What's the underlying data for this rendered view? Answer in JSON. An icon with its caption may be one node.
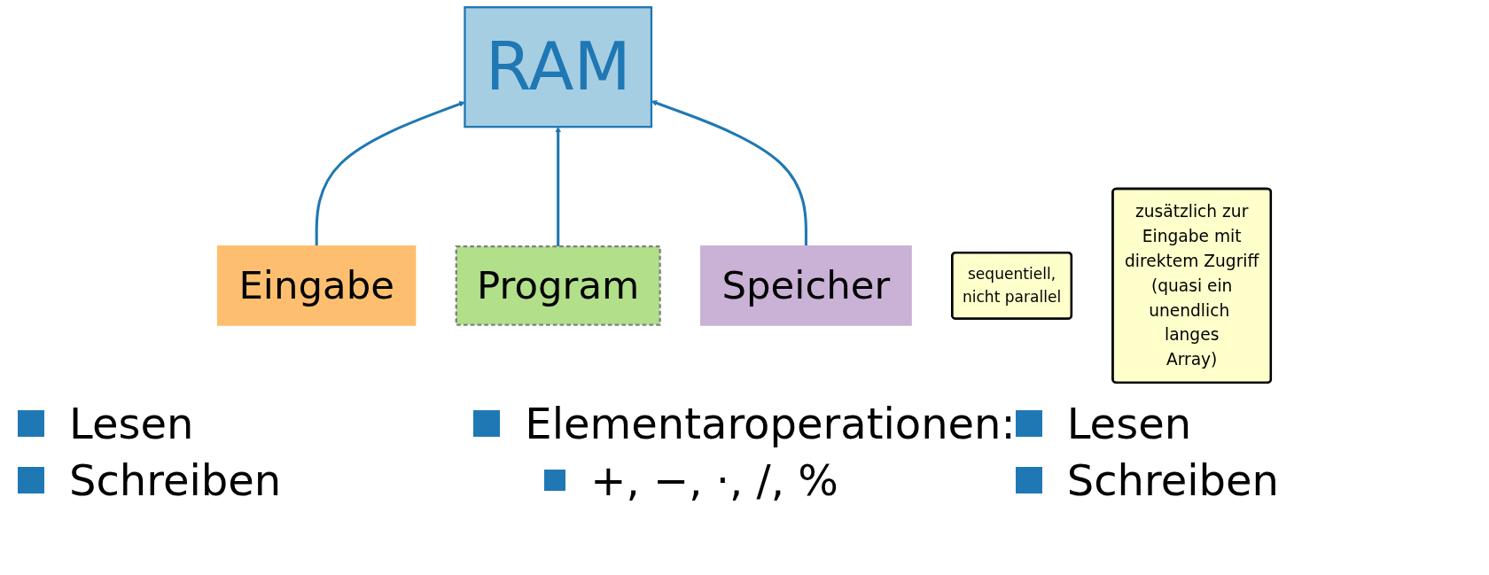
{
  "diagram": {
    "nodes": [
      {
        "text": [
          "RAM"
        ]
      },
      {
        "text": [
          "Eingabe"
        ]
      },
      {
        "text": [
          "Program"
        ]
      },
      {
        "text": [
          "Speicher"
        ]
      },
      {
        "text": [
          "sequentiell, nicht parallel"
        ]
      },
      {
        "text": [
          "zusätzlich zur Eingabe mit direktem Zugriff (quasi ein unendlich langes Array)"
        ]
      }
    ],
    "edges": [
      {
        "from": 1,
        "to": 0,
        "arrow": "to"
      },
      {
        "from": 2,
        "to": 0,
        "arrow": "to"
      },
      {
        "from": 3,
        "to": 0,
        "arrow": "to"
      }
    ],
    "labels": [
      "Lesen",
      "Elementaroperationen:",
      "Lesen",
      "Schreiben",
      "+, −, ·, /, %",
      "Schreiben"
    ]
  }
}
